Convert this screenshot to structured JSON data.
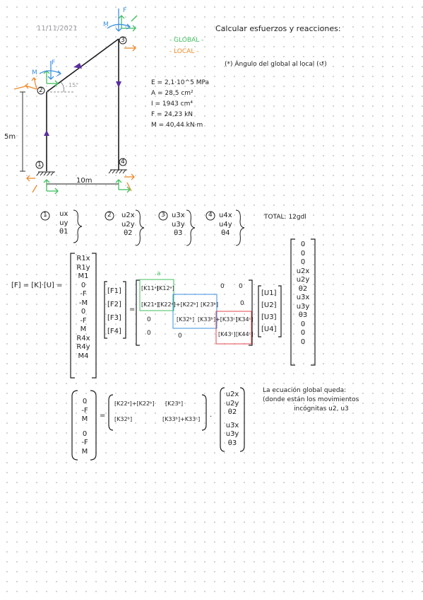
{
  "date": "11/11/2021",
  "heading": "Calcular esfuerzos y reacciones:",
  "legend": {
    "global": "- GLOBAL -",
    "local": "- LOCAL -"
  },
  "angle_note": "(*) Ángulo del global al local (↺)",
  "dims": {
    "height": "5m",
    "span": "10m",
    "angle": "15°"
  },
  "nodes": [
    "1",
    "2",
    "3",
    "4"
  ],
  "load_labels": {
    "force": "F",
    "moment": "M"
  },
  "properties": [
    "E = 2,1·10^5 MPa",
    "A = 28,5 cm²",
    "I = 1943 cm⁴",
    "F = 24,23 kN",
    "M = 40,44 kN·m"
  ],
  "dofs": [
    {
      "node": "1",
      "items": [
        "ux",
        "uy",
        "θ1"
      ]
    },
    {
      "node": "2",
      "items": [
        "u2x",
        "u2y",
        "θ2"
      ]
    },
    {
      "node": "3",
      "items": [
        "u3x",
        "u3y",
        "θ3"
      ]
    },
    {
      "node": "4",
      "items": [
        "u4x",
        "u4y",
        "θ4"
      ]
    }
  ],
  "total": "TOTAL: 12gdl",
  "system_label": "[F] = [K]·[U] =",
  "force_vector": [
    "R1x",
    "R1y",
    "M1",
    "0",
    "-F",
    "-M",
    "0",
    "-F",
    "M",
    "R4x",
    "R4y",
    "M4"
  ],
  "F_blocks": [
    "[F1]",
    "[F2]",
    "[F3]",
    "[F4]"
  ],
  "K_matrix": {
    "elem_a": "a",
    "cells": [
      "[K11ᵃ]",
      "[K12ᵃ]",
      "0",
      "0",
      "[K21ᵃ]",
      "[K22ᵃ]+[K22ᵇ]",
      "[K23ᵇ]",
      "0",
      "0",
      "[K32ᵇ]",
      "[K33ᵇ]+[K33ᶜ]",
      "[K34ᶜ]",
      "0",
      "0",
      "[K43ᶜ]",
      "[K44ᶜ]"
    ]
  },
  "U_blocks": [
    "[U1]",
    "[U2]",
    "[U3]",
    "[U4]"
  ],
  "disp_vector": [
    "0",
    "0",
    "0",
    "u2x",
    "u2y",
    "θ2",
    "u3x",
    "u3y",
    "θ3",
    "0",
    "0",
    "0"
  ],
  "reduced": {
    "lhs": [
      "0",
      "-F",
      "M",
      "0",
      "-F",
      "M"
    ],
    "k_cells": [
      "[K22ᵃ]+[K22ᵇ]",
      "[K23ᵇ]",
      "[K32ᵇ]",
      "[K33ᵇ]+K33ᶜ]"
    ],
    "rhs": [
      "u2x",
      "u2y",
      "θ2",
      "u3x",
      "u3y",
      "θ3"
    ]
  },
  "note": [
    "La ecuación global queda:",
    "(donde están los movimientos",
    "incógnitas u2, u3"
  ],
  "colors": {
    "global": "#3fbf5c",
    "local": "#ef8a2a",
    "force": "#3b8fe0",
    "member": "#5a2ea0",
    "ink": "#1d1d1f"
  }
}
